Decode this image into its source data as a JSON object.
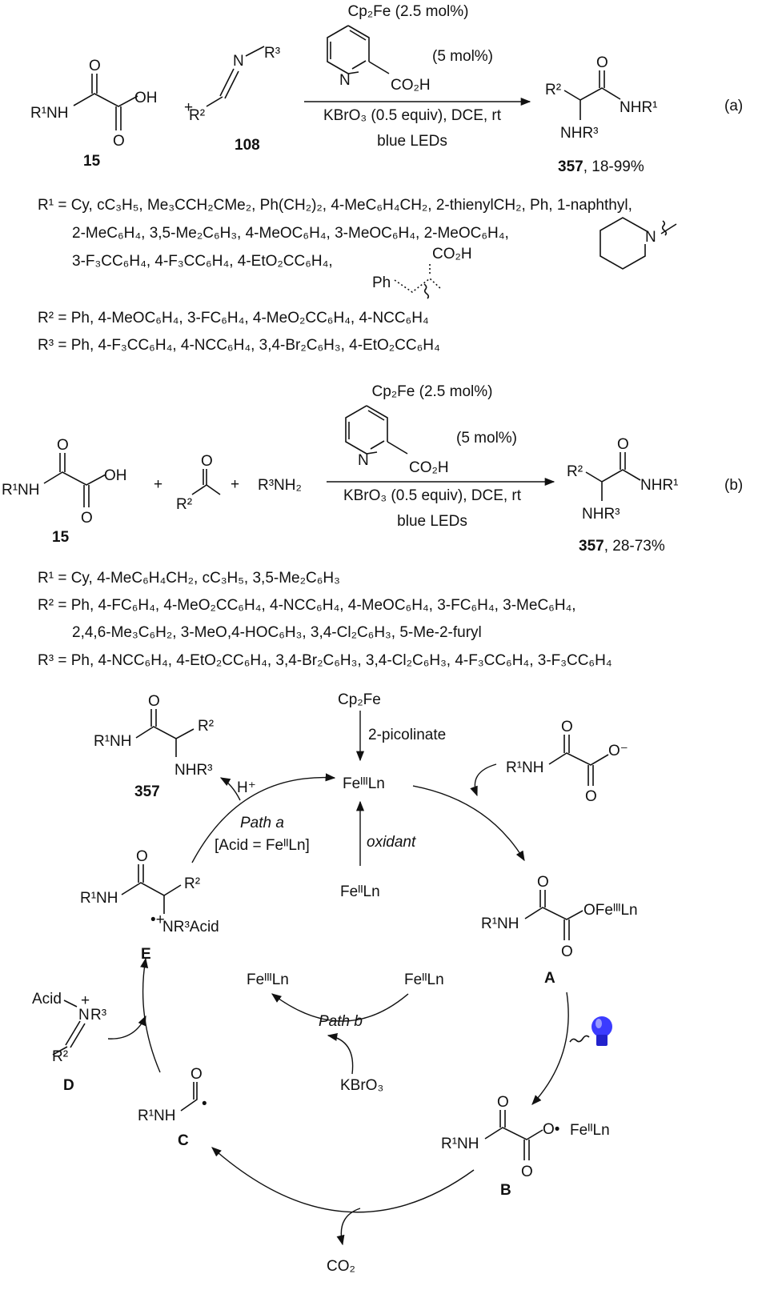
{
  "scheme_a": {
    "catalyst": "Cp₂Fe (2.5 mol%)",
    "ligand_loading": "(5 mol%)",
    "ligand_n": "N",
    "ligand_co2h": "CO₂H",
    "conditions": "KBrO₃ (0.5 equiv), DCE, rt",
    "light": "blue LEDs",
    "acid": {
      "r1nh": "R¹NH",
      "o_top": "O",
      "oh": "OH",
      "o_bottom": "O",
      "label": "15"
    },
    "plus": "+",
    "imine": {
      "n": "N",
      "r3": "R³",
      "r2": "R²",
      "label": "108"
    },
    "product": {
      "r2": "R²",
      "o": "O",
      "nhr1": "NHR¹",
      "nhr3": "NHR³",
      "label": "357",
      "yield": ", 18-99%"
    },
    "tag": "(a)",
    "r1_lines": [
      "R¹ = Cy, cC₃H₅, Me₃CCH₂CMe₂, Ph(CH₂)₂, 4-MeC₆H₄CH₂, 2-thienylCH₂, Ph, 1-naphthyl,",
      "2-MeC₆H₄, 3,5-Me₂C₆H₃, 4-MeOC₆H₄, 3-MeOC₆H₄, 2-MeOC₆H₄,",
      "3-F₃CC₆H₄, 4-F₃CC₆H₄, 4-EtO₂CC₆H₄,"
    ],
    "r1_fragment": {
      "co2h": "CO₂H",
      "ph": "Ph",
      "piperidine_n": "N"
    },
    "r2_line": "R² = Ph, 4-MeOC₆H₄, 3-FC₆H₄, 4-MeO₂CC₆H₄, 4-NCC₆H₄",
    "r3_line": "R³ = Ph, 4-F₃CC₆H₄, 4-NCC₆H₄, 3,4-Br₂C₆H₃, 4-EtO₂CC₆H₄"
  },
  "scheme_b": {
    "catalyst": "Cp₂Fe (2.5 mol%)",
    "ligand_loading": "(5 mol%)",
    "ligand_n": "N",
    "ligand_co2h": "CO₂H",
    "conditions": "KBrO₃ (0.5 equiv), DCE, rt",
    "light": "blue LEDs",
    "acid": {
      "r1nh": "R¹NH",
      "o_top": "O",
      "oh": "OH",
      "o_bottom": "O",
      "label": "15"
    },
    "plus1": "+",
    "aldehyde": {
      "o": "O",
      "r2": "R²"
    },
    "plus2": "+",
    "amine": "R³NH₂",
    "product": {
      "r2": "R²",
      "o": "O",
      "nhr1": "NHR¹",
      "nhr3": "NHR³",
      "label": "357",
      "yield": ", 28-73%"
    },
    "tag": "(b)",
    "r1_line": "R¹ = Cy, 4-MeC₆H₄CH₂, cC₃H₅, 3,5-Me₂C₆H₃",
    "r2_lines": [
      "R² = Ph, 4-FC₆H₄, 4-MeO₂CC₆H₄, 4-NCC₆H₄, 4-MeOC₆H₄, 3-FC₆H₄, 3-MeC₆H₄,",
      "2,4,6-Me₃C₆H₂, 3-MeO,4-HOC₆H₃, 3,4-Cl₂C₆H₃, 5-Me-2-furyl"
    ],
    "r3_line": "R³ = Ph, 4-NCC₆H₄, 4-EtO₂CC₆H₄, 3,4-Br₂C₆H₃, 3,4-Cl₂C₆H₃, 4-F₃CC₆H₄, 3-F₃CC₆H₄"
  },
  "mechanism": {
    "cp2fe": "Cp₂Fe",
    "picolinate": "2-picolinate",
    "fe3": "FeᴵᴵᴵLn",
    "oxidant": "oxidant",
    "fe2": "FeᴵᴵLn",
    "product": {
      "r1nh": "R¹NH",
      "o": "O",
      "r2": "R²",
      "nhr3": "NHR³",
      "label": "357"
    },
    "h_plus": "H⁺",
    "path_a": "Path a",
    "path_a_note": "[Acid = FeᴵᴵLn]",
    "carboxylate": {
      "r1nh": "R¹NH",
      "o_top": "O",
      "o_minus": "O⁻",
      "o_bottom": "O"
    },
    "A": {
      "r1nh": "R¹NH",
      "o_top": "O",
      "ofe": "OFeᴵᴵᴵLn",
      "o_bottom": "O",
      "label": "A"
    },
    "E": {
      "r1nh": "R¹NH",
      "o": "O",
      "r2": "R²",
      "radical_cation": "•+",
      "nr3": "NR³Acid",
      "label": "E"
    },
    "path_b": {
      "fe3": "FeᴵᴵᴵLn",
      "fe2": "FeᴵᴵLn",
      "label": "Path b",
      "kbro3": "KBrO₃"
    },
    "D": {
      "acid": "Acid",
      "n": "N",
      "plus": "+",
      "r3": "R³",
      "r2": "R²",
      "label": "D"
    },
    "C": {
      "r1nh": "R¹NH",
      "o": "O",
      "dot": "•",
      "label": "C"
    },
    "B": {
      "r1nh": "R¹NH",
      "o_top": "O",
      "o_radical": "O•",
      "fe": "FeᴵᴵLn",
      "o_bottom": "O",
      "label": "B"
    },
    "co2": "CO₂",
    "colors": {
      "bulb": "#3b3bff"
    }
  }
}
